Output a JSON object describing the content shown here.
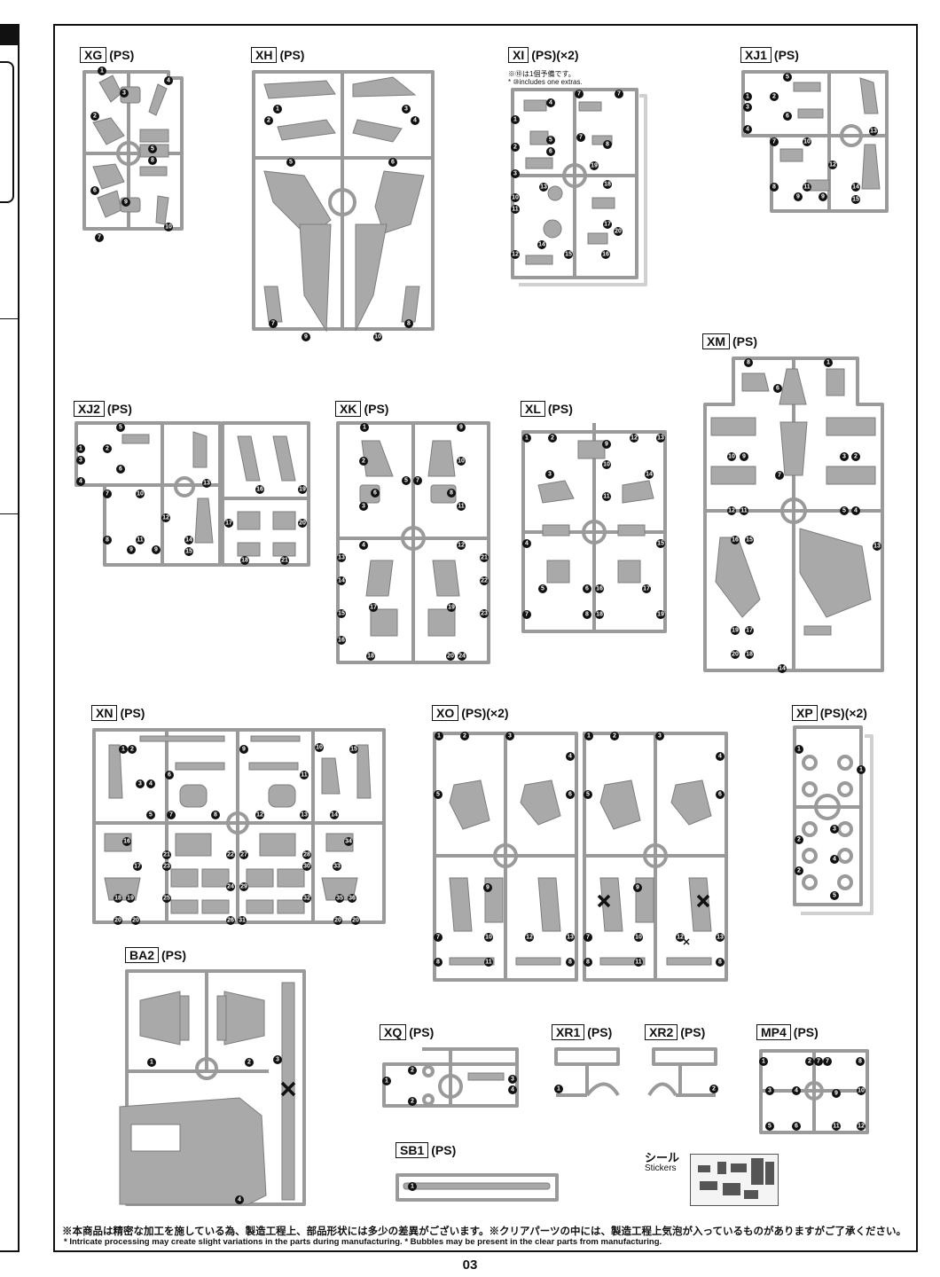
{
  "page": {
    "number": "03"
  },
  "runners": [
    {
      "code": "XG",
      "type": "(PS)",
      "extra": "",
      "note_jp": "",
      "note_en": ""
    },
    {
      "code": "XH",
      "type": "(PS)",
      "extra": "",
      "note_jp": "",
      "note_en": ""
    },
    {
      "code": "XI",
      "type": "(PS)",
      "extra": "(×2)",
      "note_jp": "※⑩は1個予備です。",
      "note_en": "* ⑩includes one extras."
    },
    {
      "code": "XJ1",
      "type": "(PS)",
      "extra": "",
      "note_jp": "",
      "note_en": ""
    },
    {
      "code": "XM",
      "type": "(PS)",
      "extra": "",
      "note_jp": "",
      "note_en": ""
    },
    {
      "code": "XJ2",
      "type": "(PS)",
      "extra": "",
      "note_jp": "",
      "note_en": ""
    },
    {
      "code": "XK",
      "type": "(PS)",
      "extra": "",
      "note_jp": "",
      "note_en": ""
    },
    {
      "code": "XL",
      "type": "(PS)",
      "extra": "",
      "note_jp": "",
      "note_en": ""
    },
    {
      "code": "XN",
      "type": "(PS)",
      "extra": "",
      "note_jp": "",
      "note_en": ""
    },
    {
      "code": "XO",
      "type": "(PS)",
      "extra": "(×2)",
      "note_jp": "",
      "note_en": ""
    },
    {
      "code": "XP",
      "type": "(PS)",
      "extra": "(×2)",
      "note_jp": "",
      "note_en": ""
    },
    {
      "code": "BA2",
      "type": "(PS)",
      "extra": "",
      "note_jp": "",
      "note_en": ""
    },
    {
      "code": "XQ",
      "type": "(PS)",
      "extra": "",
      "note_jp": "",
      "note_en": ""
    },
    {
      "code": "XR1",
      "type": "(PS)",
      "extra": "",
      "note_jp": "",
      "note_en": ""
    },
    {
      "code": "XR2",
      "type": "(PS)",
      "extra": "",
      "note_jp": "",
      "note_en": ""
    },
    {
      "code": "MP4",
      "type": "(PS)",
      "extra": "",
      "note_jp": "",
      "note_en": ""
    },
    {
      "code": "SB1",
      "type": "(PS)",
      "extra": "",
      "note_jp": "",
      "note_en": ""
    }
  ],
  "stickers": {
    "label_jp": "シール",
    "label_en": "Stickers"
  },
  "footer": {
    "notice_jp": "※本商品は精密な加工を施している為、製造工程上、部品形状には多少の差異がございます。※クリアパーツの中には、製造工程上気泡が入っているものがありますがご了承ください。",
    "notice_en": "* Intricate processing may create slight variations in the parts during manufacturing. * Bubbles may be present in the clear parts from manufacturing."
  }
}
